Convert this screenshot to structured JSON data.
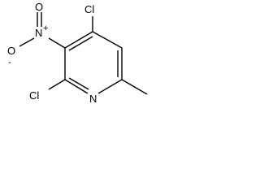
{
  "molecule": {
    "atoms": {
      "cl_top": "Cl",
      "cl_bottom": "Cl",
      "ring_nitrogen": "N",
      "nitro_nitrogen": "N",
      "nitro_nitrogen_charge": "+",
      "nitro_oxygen_top": "O",
      "nitro_oxygen_left": "O",
      "nitro_oxygen_left_charge": "-"
    }
  }
}
